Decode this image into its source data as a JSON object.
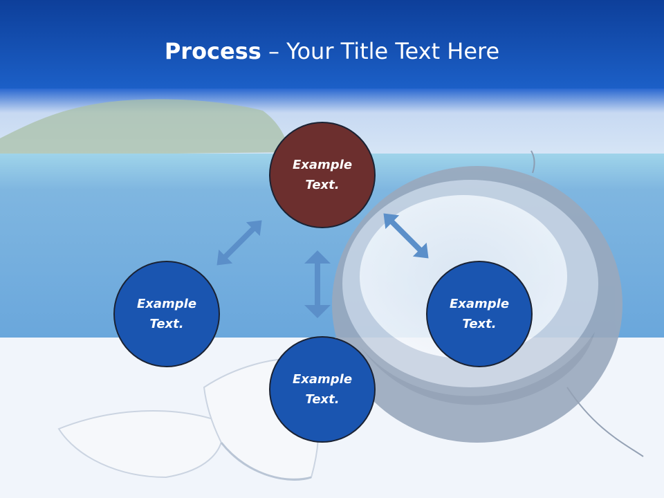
{
  "slide": {
    "title_bold": "Process",
    "title_rest": " – Your Title Text Here"
  },
  "nodes": {
    "top": {
      "line1": "Example",
      "line2": "Text."
    },
    "left": {
      "line1": "Example",
      "line2": "Text."
    },
    "right": {
      "line1": "Example",
      "line2": "Text."
    },
    "bottom": {
      "line1": "Example",
      "line2": "Text."
    }
  },
  "colors": {
    "header": "#1550b8",
    "node_blue": "#1a55b0",
    "node_highlight": "#6c2f2e",
    "arrow": "#5b8fc9"
  }
}
